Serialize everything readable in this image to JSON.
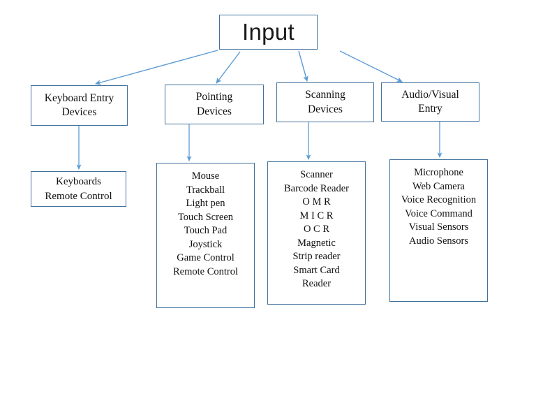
{
  "diagram": {
    "title": "Input",
    "root": {
      "label": "Input"
    },
    "categories": [
      {
        "id": "keyboard-entry-devices",
        "lines": [
          "Keyboard Entry",
          "Devices"
        ]
      },
      {
        "id": "pointing-devices",
        "lines": [
          "Pointing",
          "Devices"
        ]
      },
      {
        "id": "scanning-devices",
        "lines": [
          "Scanning",
          "Devices"
        ]
      },
      {
        "id": "audio-visual-entry",
        "lines": [
          "Audio/Visual",
          "Entry"
        ]
      }
    ],
    "leaves": [
      {
        "id": "keyboard-entry-items",
        "items": [
          "Keyboards",
          "Remote Control"
        ]
      },
      {
        "id": "pointing-items",
        "items": [
          "Mouse",
          "Trackball",
          "Light pen",
          "Touch Screen",
          "Touch Pad",
          "Joystick",
          "Game Control",
          "Remote Control"
        ]
      },
      {
        "id": "scanning-items",
        "items": [
          "Scanner",
          "Barcode Reader",
          "O M R",
          "M I C R",
          "O C R",
          "Magnetic",
          "Strip reader",
          "Smart Card",
          "Reader"
        ]
      },
      {
        "id": "audio-visual-items",
        "items": [
          "Microphone",
          "Web Camera",
          "Voice Recognition",
          "Voice Command",
          "Visual Sensors",
          "Audio Sensors"
        ]
      }
    ],
    "colors": {
      "box_border": "#41719C",
      "connector": "#5B9BD5",
      "text": "#111111",
      "background": "#FFFFFF"
    }
  }
}
